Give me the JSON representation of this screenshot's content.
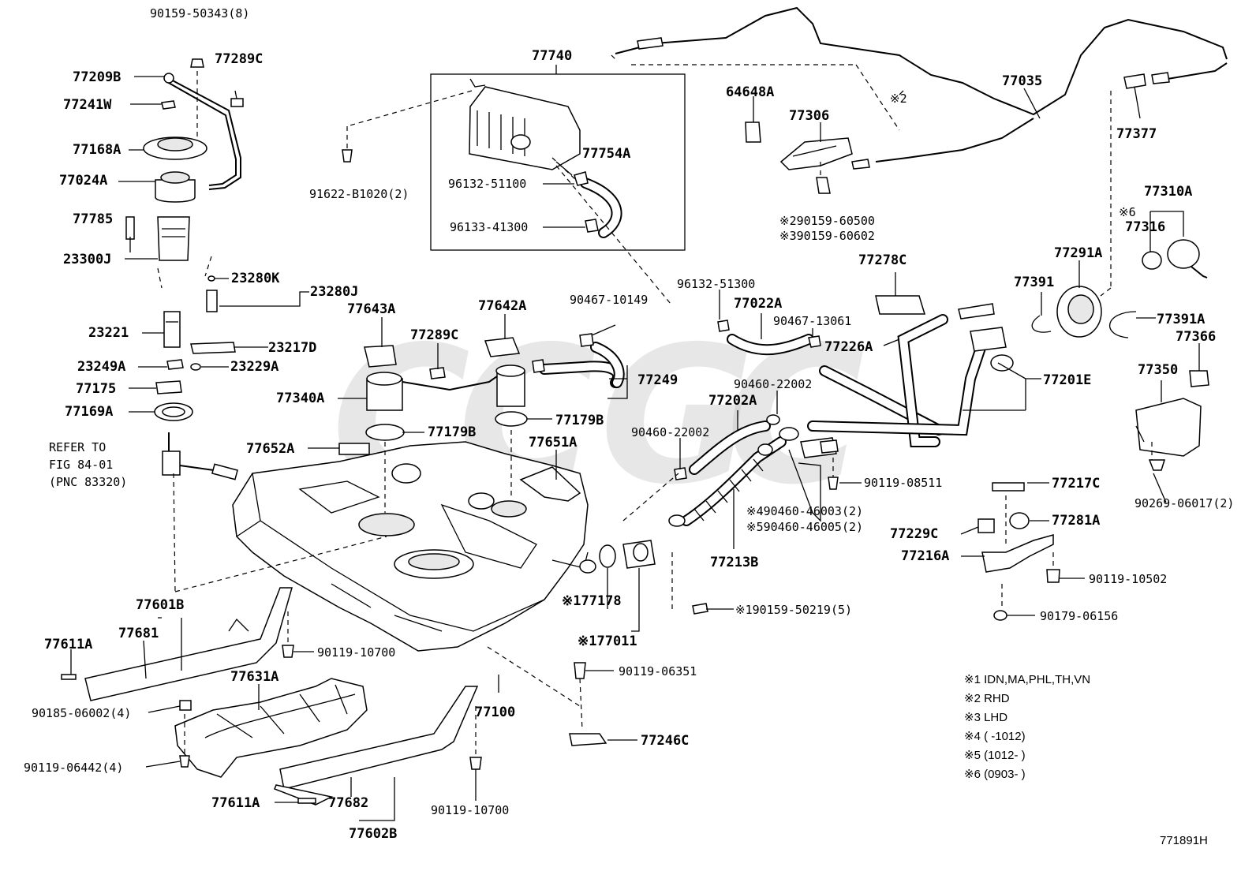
{
  "labels": {
    "p90159_50343": "90159-50343(8)",
    "p77289C_a": "77289C",
    "p77209B": "77209B",
    "p77241W": "77241W",
    "p77168A": "77168A",
    "p77024A": "77024A",
    "p77785": "77785",
    "p23300J": "23300J",
    "p23280K": "23280K",
    "p23280J": "23280J",
    "p23221": "23221",
    "p23217D": "23217D",
    "p23249A": "23249A",
    "p23229A": "23229A",
    "p77175": "77175",
    "p77169A": "77169A",
    "refer1": "REFER TO",
    "refer2": "FIG 84-01",
    "refer3": "(PNC 83320)",
    "p77740": "77740",
    "p91622": "91622-B1020(2)",
    "p96132_51100": "96132-51100",
    "p96133_41300": "96133-41300",
    "p77754A": "77754A",
    "p64648A": "64648A",
    "p77306": "77306",
    "p77035": "77035",
    "p77377": "77377",
    "note2_mark": "※2",
    "p90159_60500": "※290159-60500",
    "p90159_60602": "※390159-60602",
    "p77310A": "77310A",
    "p77316": "77316",
    "note6_mark": "※6",
    "p77291A": "77291A",
    "p77391": "77391",
    "p77391A": "77391A",
    "p77366": "77366",
    "p77350": "77350",
    "p90269": "90269-06017(2)",
    "p77278C": "77278C",
    "p96132_51300": "96132-51300",
    "p77022A": "77022A",
    "p90467_13061": "90467-13061",
    "p77226A": "77226A",
    "p77201E": "77201E",
    "p90460_22002a": "90460-22002",
    "p77202A": "77202A",
    "p90460_22002b": "90460-22002",
    "p90467_10149": "90467-10149",
    "p77249": "77249",
    "p77643A": "77643A",
    "p77642A": "77642A",
    "p77289C_b": "77289C",
    "p77340A": "77340A",
    "p77179B_a": "77179B",
    "p77179B_b": "77179B",
    "p77652A": "77652A",
    "p77651A": "77651A",
    "p90119_08511": "90119-08511",
    "p90460_46003": "※490460-46003(2)",
    "p90460_46005": "※590460-46005(2)",
    "p77213B": "77213B",
    "p77217C": "77217C",
    "p77281A": "77281A",
    "p77229C": "77229C",
    "p77216A": "77216A",
    "p90119_10502": "90119-10502",
    "p90179_06156": "90179-06156",
    "p77178": "※177178",
    "p77011": "※177011",
    "p90159_50219": "※190159-50219(5)",
    "p77601B": "77601B",
    "p77681": "77681",
    "p77611A_a": "77611A",
    "p90119_10700_a": "90119-10700",
    "p77631A": "77631A",
    "p90185": "90185-06002(4)",
    "p90119_06442": "90119-06442(4)",
    "p90119_06351": "90119-06351",
    "p77100": "77100",
    "p77246C": "77246C",
    "p77611A_b": "77611A",
    "p77682": "77682",
    "p77602B": "77602B",
    "p90119_10700_b": "90119-10700"
  },
  "notes": [
    "※1 IDN,MA,PHL,TH,VN",
    "※2 RHD",
    "※3 LHD",
    "※4 (    -1012)",
    "※5 (1012-    )",
    "※6 (0903-    )"
  ],
  "figure_code": "771891H"
}
